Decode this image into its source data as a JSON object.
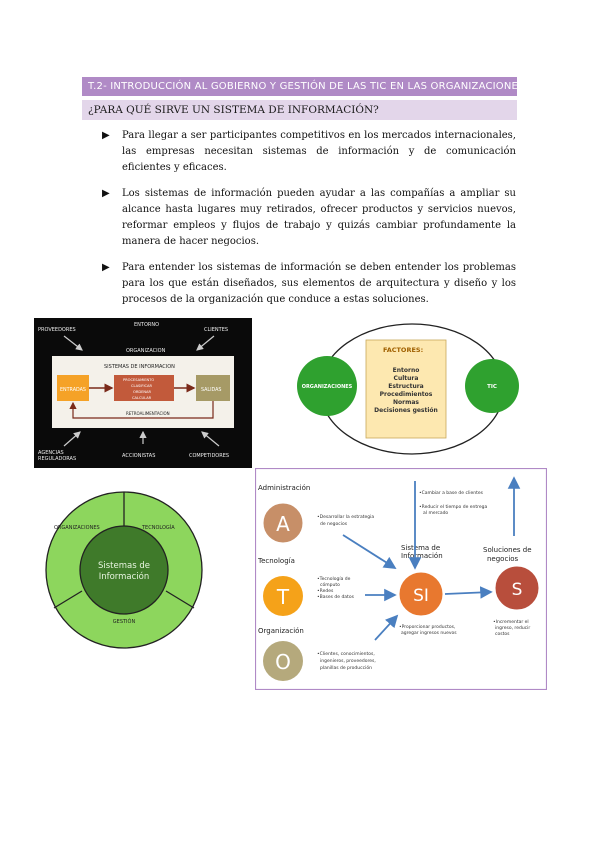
{
  "header": {
    "title": "T.2- INTRODUCCIÓN AL GOBIERNO Y GESTIÓN DE LAS TIC EN LAS ORGANIZACIONES"
  },
  "subheader": {
    "title": "¿PARA QUÉ SIRVE UN SISTEMA DE INFORMACIÓN?"
  },
  "bullets": [
    "Para llegar a ser participantes competitivos en los mercados internacionales, las empresas necesitan sistemas de información y de comunicación eficientes y eficaces.",
    "Los sistemas de información pueden ayudar a las compañías a ampliar su alcance hasta lugares muy retirados, ofrecer productos y servicios nuevos, reformar empleos y flujos de trabajo y quizás cambiar profundamente la manera de hacer negocios.",
    "Para entender los sistemas de información se deben entender los problemas para los que están diseñados, sus elementos de arquitectura y diseño y los procesos de la organización que conduce a estas soluciones."
  ],
  "fig1": {
    "proveedores": "PROVEEDORES",
    "entorno": "ENTORNO",
    "clientes": "CLIENTES",
    "organizacion": "ORGANIZACION",
    "sistemas": "SISTEMAS DE INFORMACION",
    "entradas": "ENTRADAS",
    "procesamiento": "PROCESAMIENTO",
    "clasificar": "CLASIFICAR",
    "ordenar": "ORDENAR",
    "calcular": "CALCULAR",
    "salidas": "SALIDAS",
    "retro": "RETROALIMENTACION",
    "agencias1": "AGENCIAS",
    "agencias2": "REGULADORAS",
    "accionistas": "ACCIONISTAS",
    "competidores": "COMPETIDORES"
  },
  "fig2": {
    "organizaciones": "ORGANIZACIONES",
    "tic": "TIC",
    "factores": "FACTORES:",
    "items": [
      "Entorno",
      "Cultura",
      "Estructura",
      "Procedimientos",
      "Normas",
      "Decisiones gestión"
    ]
  },
  "fig3": {
    "organizaciones": "ORGANIZACIONES",
    "tecnologia": "TECNOLOGÍA",
    "gestion": "GESTIÓN",
    "center1": "Sistemas de",
    "center2": "Información"
  },
  "fig4": {
    "administracion": "Administración",
    "tecnologia": "Tecnología",
    "organizacion": "Organización",
    "a": "A",
    "t": "T",
    "o": "O",
    "si": "SI",
    "s": "S",
    "sistema1": "Sistema de",
    "sistema2": "Información",
    "soluciones1": "Soluciones de",
    "soluciones2": "negocios",
    "admin_note1": "•Desarrollar la estrategia",
    "admin_note2": "de negocios",
    "tec_note1": "•Tecnología de",
    "tec_note2": "cómputo",
    "tec_note3": "•Redes",
    "tec_note4": "•Bases de datos",
    "org_note1": "•Clientes, conocimientos,",
    "org_note2": "ingenieros, proveedores,",
    "org_note3": "planillas de producción",
    "top_note1": "•Cambiar a base de clientes",
    "top_note2": "•Reducir el tiempo de entrega",
    "top_note3": "al mercado",
    "si_note1": "•Proporcionar productos,",
    "si_note2": "agregar ingresos nuevos",
    "s_note1": "•Incrementar el",
    "s_note2": "ingreso, reducir",
    "s_note3": "costos"
  }
}
